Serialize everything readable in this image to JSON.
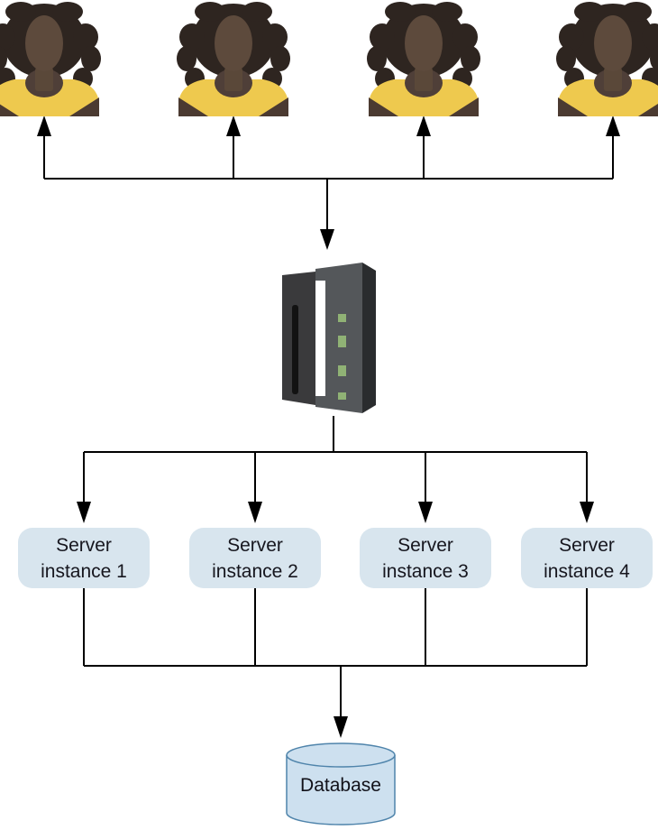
{
  "diagram": {
    "clients": {
      "icon": "user-avatar-icon",
      "count": 4
    },
    "load_balancer": {
      "icon": "server-tower-icon"
    },
    "server_instances": [
      {
        "line1": "Server",
        "line2": "instance 1"
      },
      {
        "line1": "Server",
        "line2": "instance 2"
      },
      {
        "line1": "Server",
        "line2": "instance 3"
      },
      {
        "line1": "Server",
        "line2": "instance 4"
      }
    ],
    "database": {
      "label": "Database",
      "icon": "database-cylinder-icon"
    },
    "colors": {
      "connector": "#000000",
      "instance_box_fill": "#d8e5ee",
      "database_fill": "#cde0ef",
      "database_stroke": "#4f84ab",
      "shirt_yellow": "#eec94e",
      "skin_brown": "#5d4a3c",
      "hair_dark": "#2e2520",
      "server_dark_gray": "#3a3a3c",
      "server_light_gray": "#54575a",
      "led_green": "#90b275"
    }
  }
}
